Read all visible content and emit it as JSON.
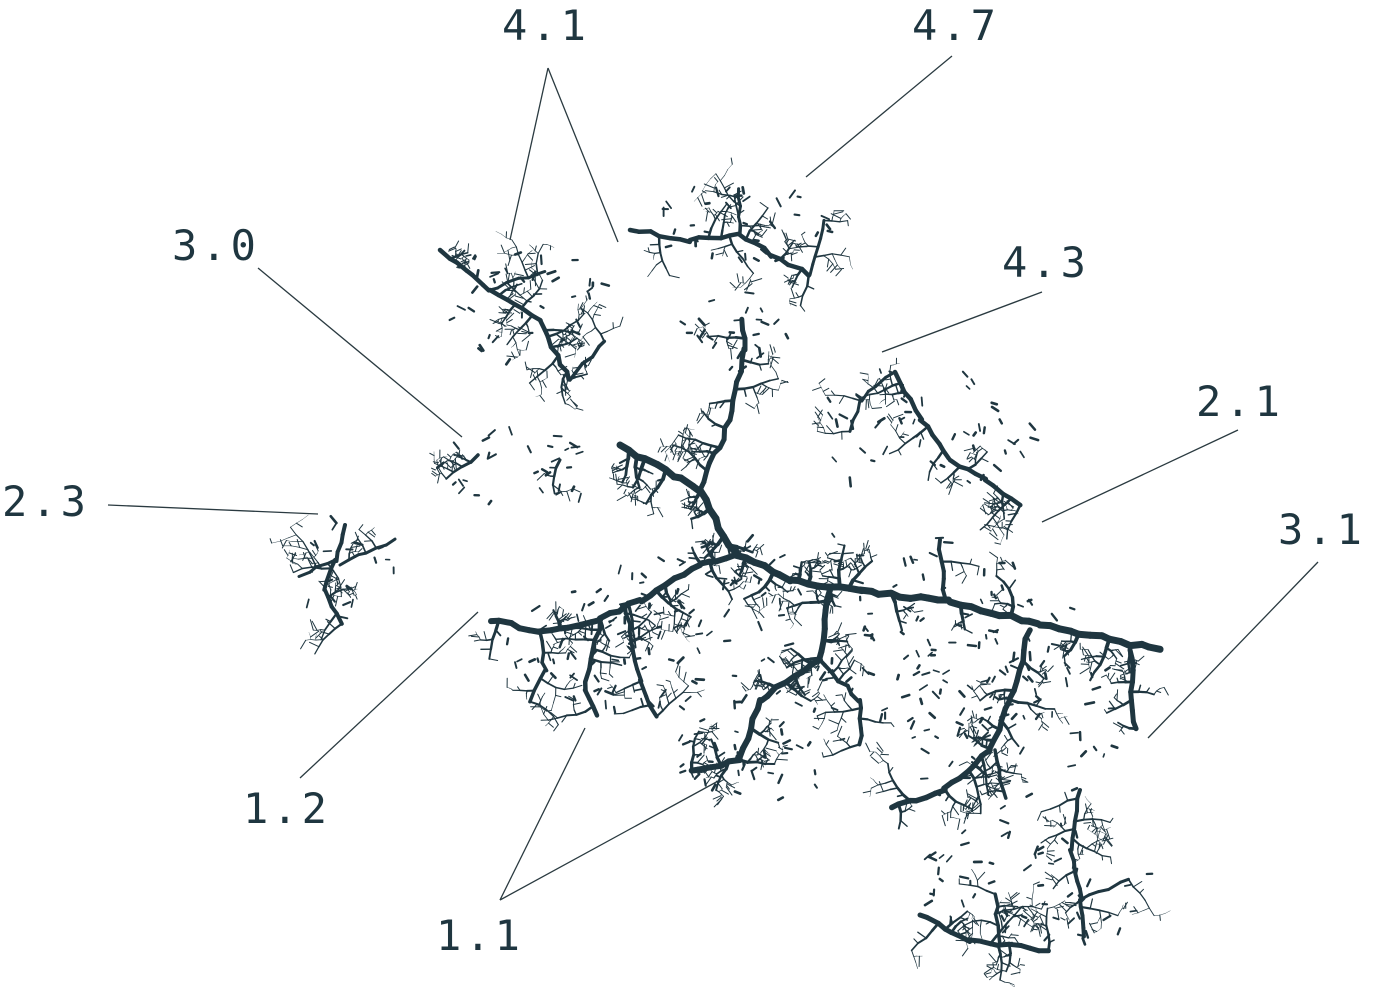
{
  "colors": {
    "ink": "#1f3640",
    "leader": "#2a3a40",
    "background": "#ffffff"
  },
  "labels": [
    {
      "id": "label-4-1-top",
      "text": "4.1"
    },
    {
      "id": "label-4-7",
      "text": "4.7"
    },
    {
      "id": "label-3-0",
      "text": "3.0"
    },
    {
      "id": "label-4-3",
      "text": "4.3"
    },
    {
      "id": "label-2-1",
      "text": "2.1"
    },
    {
      "id": "label-2-3",
      "text": "2.3"
    },
    {
      "id": "label-3-1",
      "text": "3.1"
    },
    {
      "id": "label-1-2",
      "text": "1.2"
    },
    {
      "id": "label-1-1",
      "text": "1.1"
    }
  ]
}
